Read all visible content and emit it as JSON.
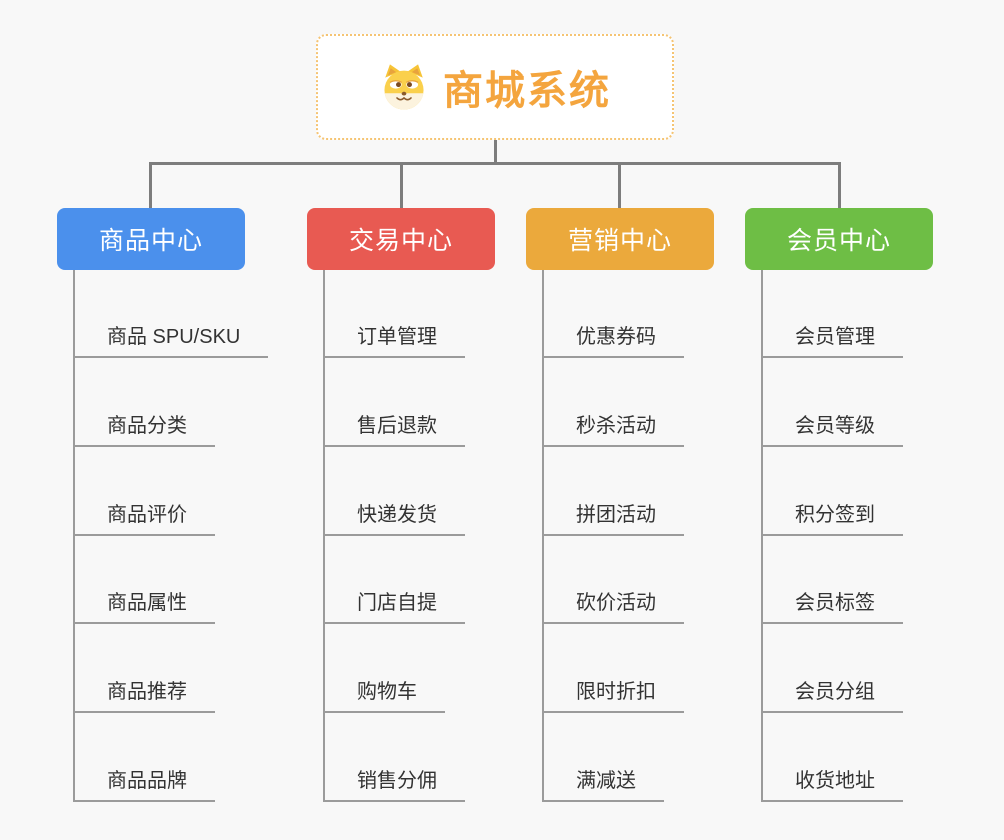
{
  "canvas_background": "#F8F8F8",
  "root": {
    "title": "商城系统",
    "icon": "dog-face-icon",
    "title_color": "#F4A53E",
    "border_color": "#F5C473"
  },
  "lines": {
    "tree_color": "#7D7D7D",
    "leaf_color": "#9B9B9B"
  },
  "branches": [
    {
      "label": "商品中心",
      "color": "#4B90EC",
      "items": [
        "商品 SPU/SKU",
        "商品分类",
        "商品评价",
        "商品属性",
        "商品推荐",
        "商品品牌"
      ]
    },
    {
      "label": "交易中心",
      "color": "#E85A52",
      "items": [
        "订单管理",
        "售后退款",
        "快递发货",
        "门店自提",
        "购物车",
        "销售分佣"
      ]
    },
    {
      "label": "营销中心",
      "color": "#EBA93C",
      "items": [
        "优惠券码",
        "秒杀活动",
        "拼团活动",
        "砍价活动",
        "限时折扣",
        "满减送"
      ]
    },
    {
      "label": "会员中心",
      "color": "#6EBE45",
      "items": [
        "会员管理",
        "会员等级",
        "积分签到",
        "会员标签",
        "会员分组",
        "收货地址"
      ]
    }
  ]
}
